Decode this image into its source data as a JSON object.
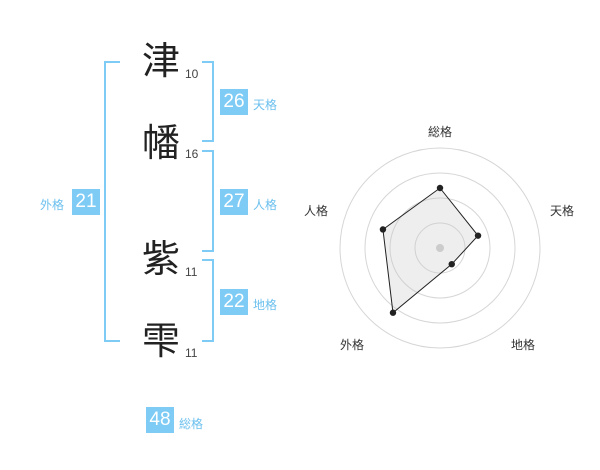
{
  "name_chars": [
    {
      "char": "津",
      "strokes": "10"
    },
    {
      "char": "幡",
      "strokes": "16"
    },
    {
      "char": "紫",
      "strokes": "11"
    },
    {
      "char": "雫",
      "strokes": "11"
    }
  ],
  "fortunes": {
    "tenkaku": {
      "value": "26",
      "label": "天格"
    },
    "jinkaku": {
      "value": "27",
      "label": "人格"
    },
    "chikaku": {
      "value": "22",
      "label": "地格"
    },
    "gaikaku": {
      "value": "21",
      "label": "外格"
    },
    "soukaku": {
      "value": "48",
      "label": "総格"
    }
  },
  "colors": {
    "accent": "#7ecbf5",
    "text": "#222222"
  },
  "chart_data": {
    "type": "radar",
    "axes": [
      "総格",
      "天格",
      "地格",
      "外格",
      "人格"
    ],
    "values": [
      3,
      2,
      1,
      4,
      3
    ],
    "rmax": 5,
    "rings": 4
  }
}
